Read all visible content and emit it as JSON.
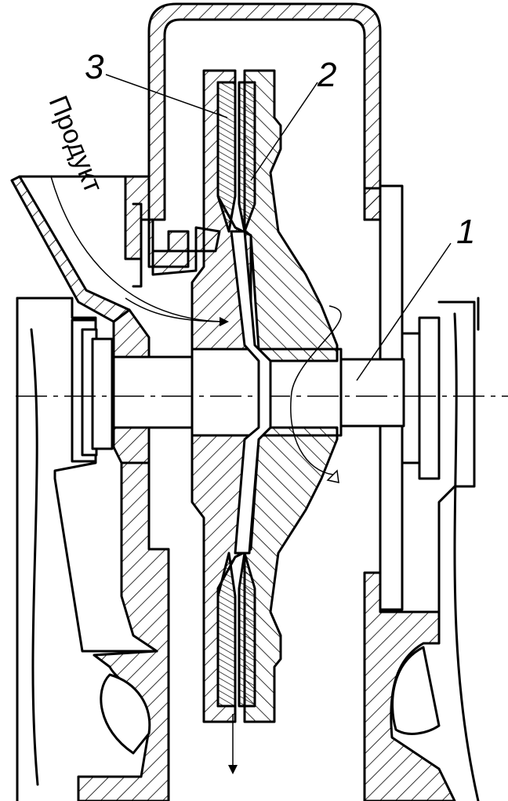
{
  "labels": {
    "part1": "1",
    "part2": "2",
    "part3": "3",
    "product": "Продукт"
  },
  "colors": {
    "line": "#000000",
    "background": "#ffffff"
  }
}
